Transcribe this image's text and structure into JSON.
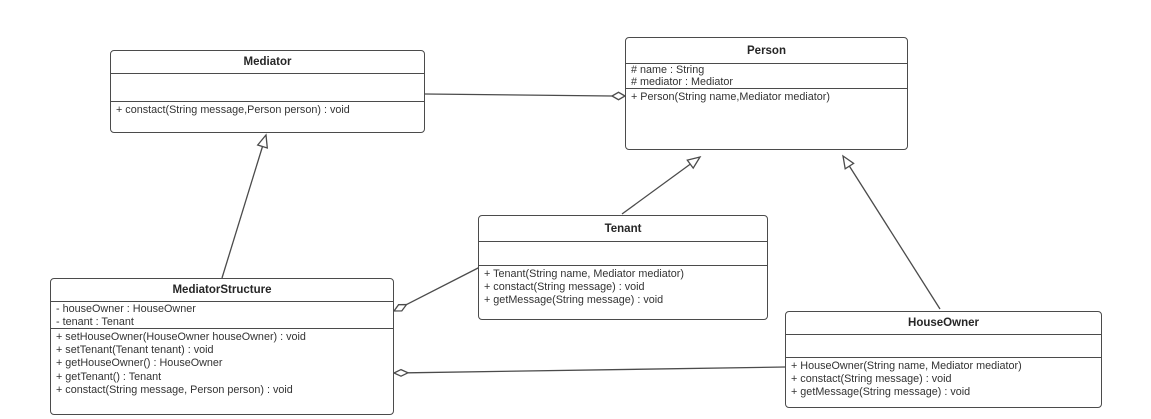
{
  "diagram": {
    "title": "Mediator pattern UML class diagram",
    "colors": {
      "border": "#4b4b4b",
      "line": "#4b4b4b",
      "text": "#333333",
      "background": "#ffffff"
    },
    "classes": {
      "mediator": {
        "title": "Mediator",
        "attributes": [],
        "methods": [
          "+ constact(String message,Person person) : void"
        ]
      },
      "person": {
        "title": "Person",
        "attributes": [
          "# name : String",
          "# mediator : Mediator"
        ],
        "methods": [
          "+ Person(String name,Mediator mediator)"
        ]
      },
      "tenant": {
        "title": "Tenant",
        "attributes": [],
        "methods": [
          "+ Tenant(String name, Mediator mediator)",
          "+ constact(String message) : void",
          "+ getMessage(String message) : void"
        ]
      },
      "mediatorStructure": {
        "title": "MediatorStructure",
        "attributes": [
          "- houseOwner : HouseOwner",
          "- tenant : Tenant"
        ],
        "methods": [
          "+ setHouseOwner(HouseOwner houseOwner) : void",
          "+ setTenant(Tenant tenant) : void",
          "+ getHouseOwner() : HouseOwner",
          "+ getTenant() : Tenant",
          "+ constact(String message, Person person) : void"
        ]
      },
      "houseOwner": {
        "title": "HouseOwner",
        "attributes": [],
        "methods": [
          "+ HouseOwner(String name, Mediator mediator)",
          "+ constact(String message) : void",
          "+ getMessage(String message) : void"
        ]
      }
    },
    "relationships": [
      {
        "from": "Mediator",
        "to": "Person",
        "type": "aggregation",
        "diamond_at": "Person"
      },
      {
        "from": "MediatorStructure",
        "to": "Mediator",
        "type": "generalization",
        "arrow_at": "Mediator"
      },
      {
        "from": "Tenant",
        "to": "Person",
        "type": "generalization",
        "arrow_at": "Person"
      },
      {
        "from": "HouseOwner",
        "to": "Person",
        "type": "generalization",
        "arrow_at": "Person"
      },
      {
        "from": "Tenant",
        "to": "MediatorStructure",
        "type": "aggregation",
        "diamond_at": "MediatorStructure"
      },
      {
        "from": "HouseOwner",
        "to": "MediatorStructure",
        "type": "aggregation",
        "diamond_at": "MediatorStructure"
      }
    ]
  }
}
